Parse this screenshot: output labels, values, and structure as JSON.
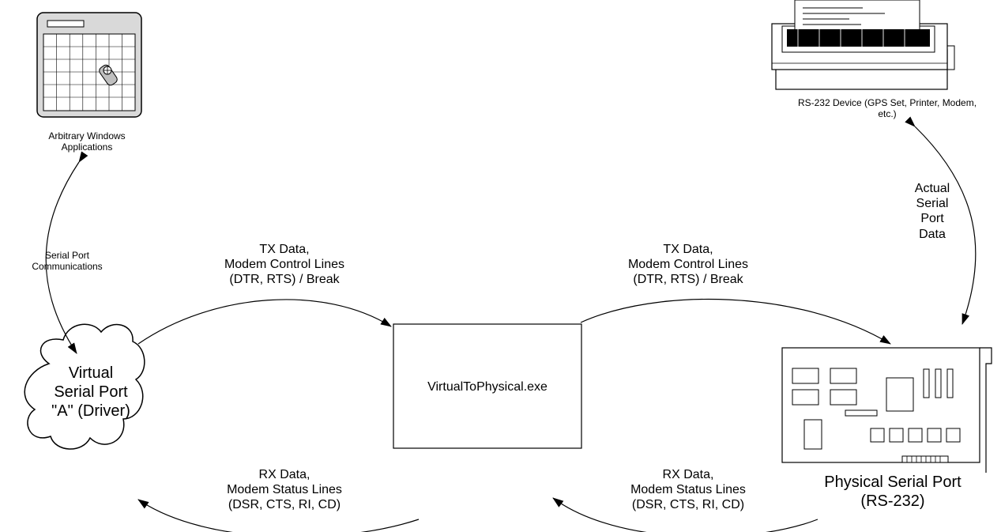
{
  "labels": {
    "app": "Arbitrary Windows\nApplications",
    "serial_port_comm": "Serial Port\nCommunications",
    "tx_left": "TX Data,\nModem Control Lines\n(DTR, RTS) / Break",
    "tx_right": "TX Data,\nModem Control Lines\n(DTR, RTS) / Break",
    "rx_left": "RX Data,\nModem Status Lines\n(DSR, CTS, RI, CD)",
    "rx_right": "RX Data,\nModem Status Lines\n(DSR, CTS, RI, CD)",
    "device": "RS-232 Device (GPS Set, Printer, Modem, etc.)",
    "actual_data": "Actual\nSerial\nPort\nData",
    "virtual_port": "Virtual\nSerial Port\n\"A\" (Driver)",
    "exe": "VirtualToPhysical.exe",
    "physical_port": "Physical Serial Port\n(RS-232)"
  }
}
